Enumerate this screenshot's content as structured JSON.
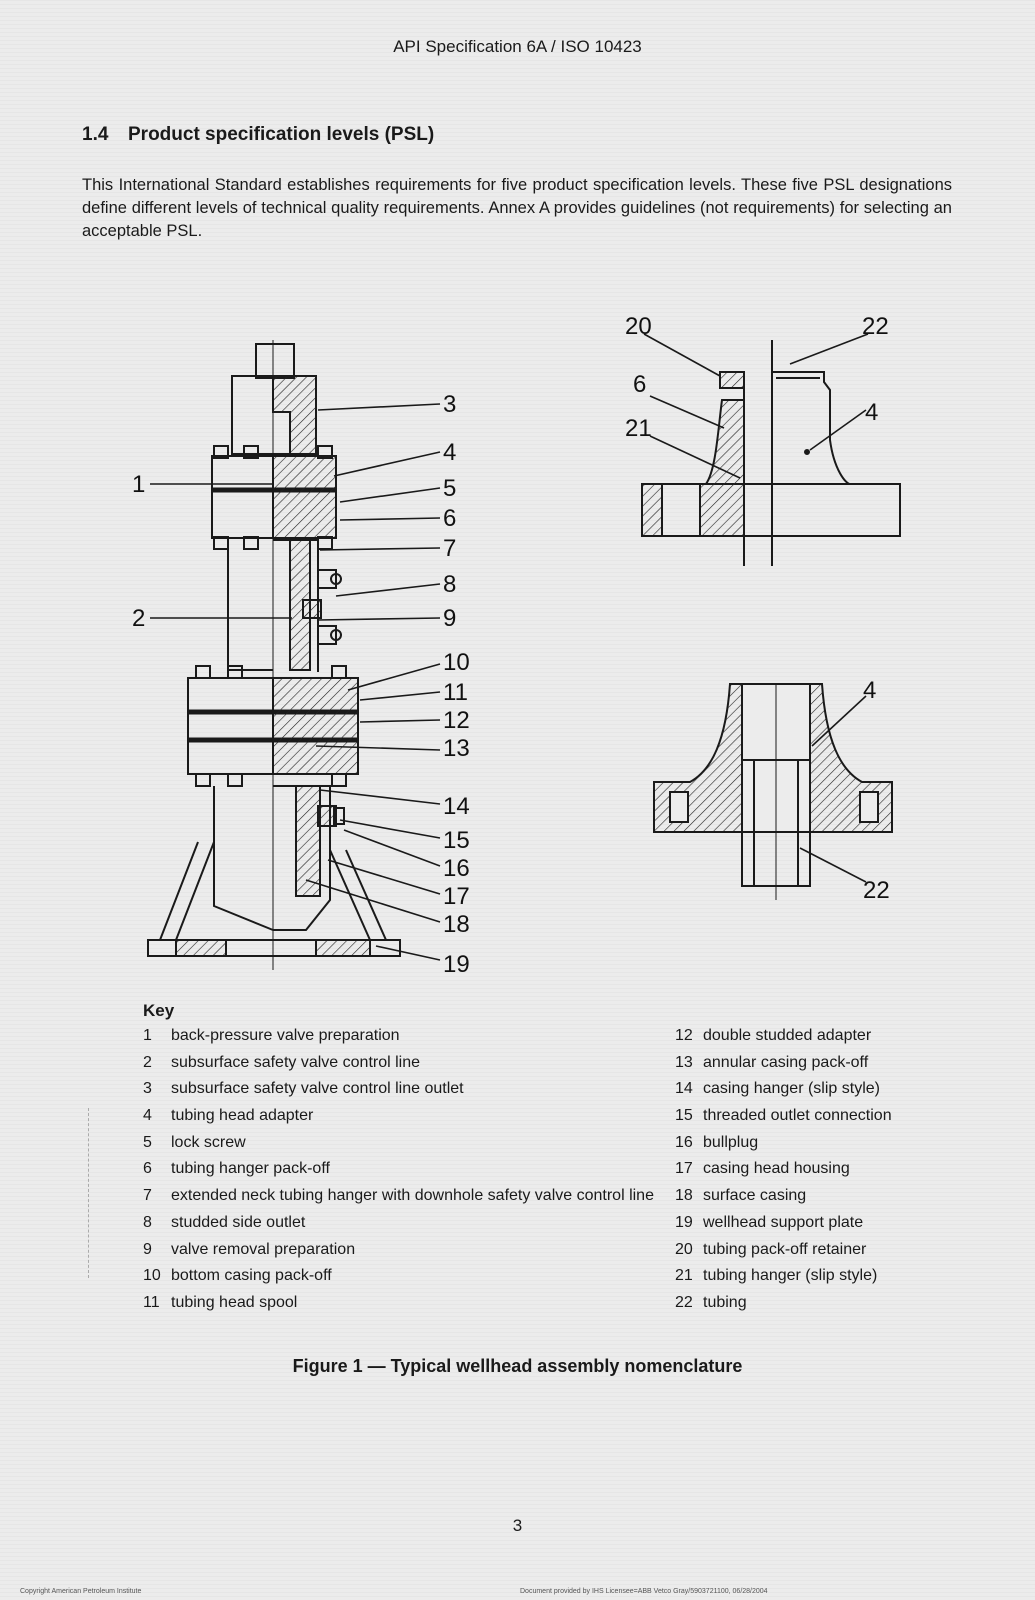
{
  "header": {
    "title": "API Specification 6A / ISO 10423"
  },
  "section": {
    "number": "1.4",
    "title": "Product specification levels (PSL)",
    "body": "This International Standard establishes requirements for five product specification levels. These five PSL designations define different levels of technical quality requirements. Annex A provides guidelines (not requirements) for selecting an acceptable PSL."
  },
  "figure": {
    "callouts_main": [
      "1",
      "2",
      "3",
      "4",
      "5",
      "6",
      "7",
      "8",
      "9",
      "10",
      "11",
      "12",
      "13",
      "14",
      "15",
      "16",
      "17",
      "18",
      "19"
    ],
    "callouts_detail_top": [
      "20",
      "22",
      "6",
      "4",
      "21"
    ],
    "callouts_detail_bottom": [
      "4",
      "22"
    ],
    "key_title": "Key",
    "key_left": [
      {
        "num": "1",
        "text": "back-pressure valve preparation"
      },
      {
        "num": "2",
        "text": "subsurface safety valve control line"
      },
      {
        "num": "3",
        "text": "subsurface safety valve control line outlet"
      },
      {
        "num": "4",
        "text": "tubing head adapter"
      },
      {
        "num": "5",
        "text": "lock screw"
      },
      {
        "num": "6",
        "text": "tubing hanger pack-off"
      },
      {
        "num": "7",
        "text": "extended neck tubing hanger with downhole safety valve control line"
      },
      {
        "num": "8",
        "text": "studded side outlet"
      },
      {
        "num": "9",
        "text": "valve removal preparation"
      },
      {
        "num": "10",
        "text": "bottom casing pack-off"
      },
      {
        "num": "11",
        "text": "tubing head spool"
      }
    ],
    "key_right": [
      {
        "num": "12",
        "text": "double studded adapter"
      },
      {
        "num": "13",
        "text": "annular casing pack-off"
      },
      {
        "num": "14",
        "text": "casing hanger (slip style)"
      },
      {
        "num": "15",
        "text": "threaded outlet connection"
      },
      {
        "num": "16",
        "text": "bullplug"
      },
      {
        "num": "17",
        "text": "casing head housing"
      },
      {
        "num": "18",
        "text": "surface casing"
      },
      {
        "num": "19",
        "text": "wellhead support plate"
      },
      {
        "num": "20",
        "text": "tubing pack-off retainer"
      },
      {
        "num": "21",
        "text": "tubing hanger (slip style)"
      },
      {
        "num": "22",
        "text": "tubing"
      }
    ],
    "caption": "Figure 1 — Typical wellhead assembly nomenclature"
  },
  "page_number": "3",
  "footer": {
    "left": "Copyright American Petroleum Institute",
    "right": "Document provided by IHS Licensee=ABB Vetco Gray/5903721100, 06/28/2004"
  }
}
